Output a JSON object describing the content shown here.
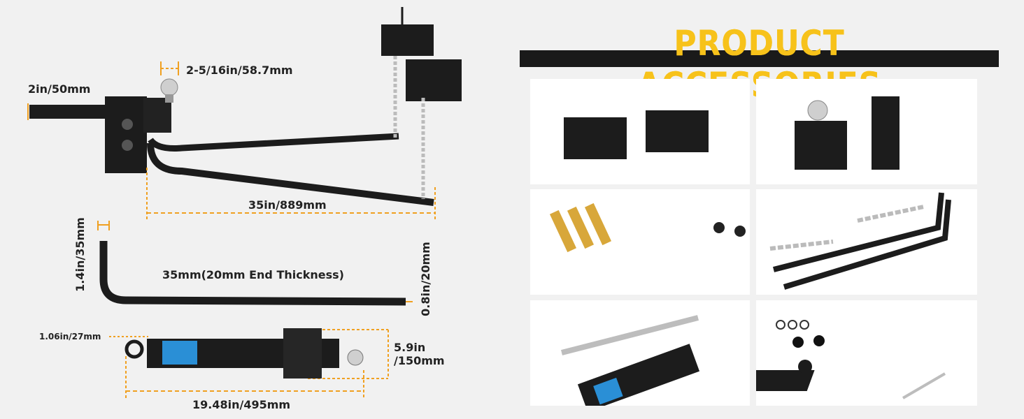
{
  "header": {
    "title": "PRODUCT ACCESSORIES"
  },
  "colors": {
    "accent": "#f7c21a",
    "dim_line": "#f0a020",
    "bar": "#1a1a1a",
    "steel": "#1c1c1c"
  },
  "dimensions": {
    "ball_width": "2-5/16in/58.7mm",
    "shank": "2in/50mm",
    "bar_length": "35in/889mm",
    "bar_top": "1.4in/35mm",
    "bar_thickness": "35mm(20mm End Thickness)",
    "bar_end": "0.8in/20mm",
    "brace_width": "1.06in/27mm",
    "brace_height_1": "5.9in",
    "brace_height_2": "/150mm",
    "brace_length": "19.48in/495mm"
  },
  "accessories": [
    {
      "name": "frame-brackets"
    },
    {
      "name": "hitch-head-shank"
    },
    {
      "name": "bolts-nuts-kit"
    },
    {
      "name": "chains-spring-bars"
    },
    {
      "name": "sway-control"
    },
    {
      "name": "hardware-ball-plate"
    }
  ]
}
